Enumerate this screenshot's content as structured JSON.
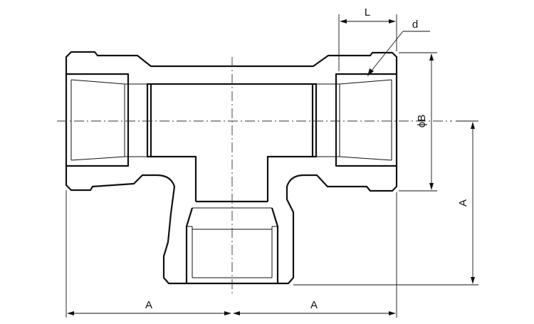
{
  "labels": {
    "length": "L",
    "thread": "d",
    "diameter": "ϕB",
    "run_left": "A",
    "run_right": "A",
    "branch": "A"
  }
}
